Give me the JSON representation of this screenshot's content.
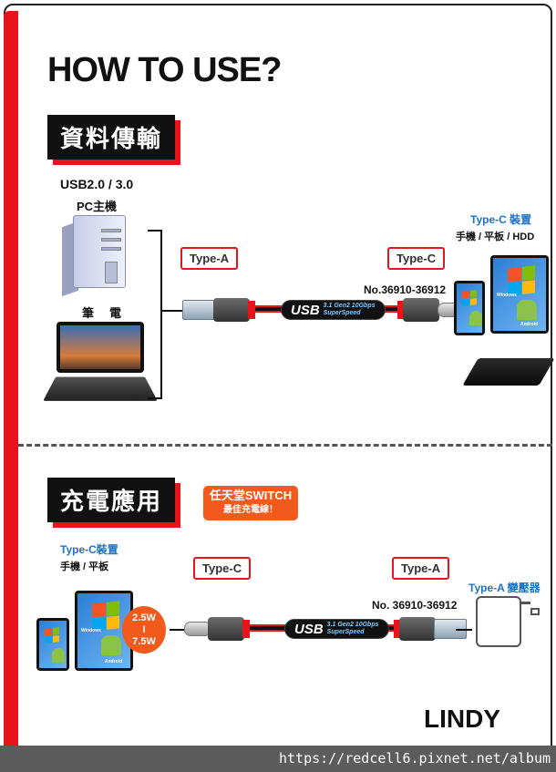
{
  "title": "HOW TO USE?",
  "section1": {
    "label": "資料傳輸",
    "source_title": "USB2.0 / 3.0",
    "pc_label": "PC主機",
    "laptop_label": "筆　電",
    "plug_a_label": "Type-A",
    "plug_c_label": "Type-C",
    "model_no": "No.36910-36912",
    "target_title": "Type-C 裝置",
    "target_devices": "手機 / 平板 / HDD"
  },
  "section2": {
    "label": "充電應用",
    "promo_line1": "任天堂SWITCH",
    "promo_line2": "最佳充電線！",
    "source_title": "Type-C裝置",
    "source_devices": "手機 / 平板",
    "plug_c_label": "Type-C",
    "plug_a_label": "Type-A",
    "model_no": "No. 36910-36912",
    "adapter_label": "Type-A 變壓器",
    "watt_top": "2.5W",
    "watt_mid": "I",
    "watt_bottom": "7.5W"
  },
  "cable_badge": {
    "usb": "USB",
    "ver": "3.1",
    "gen": "Gen2 10Gbps",
    "speed": "SuperSpeed"
  },
  "device_text": {
    "windows": "Windows",
    "android": "Android"
  },
  "brand": "LINDY",
  "watermark": "https://redcell6.pixnet.net/album",
  "colors": {
    "accent_red": "#e8141b",
    "link_blue": "#1a73c9",
    "promo_orange": "#f25a1c"
  }
}
